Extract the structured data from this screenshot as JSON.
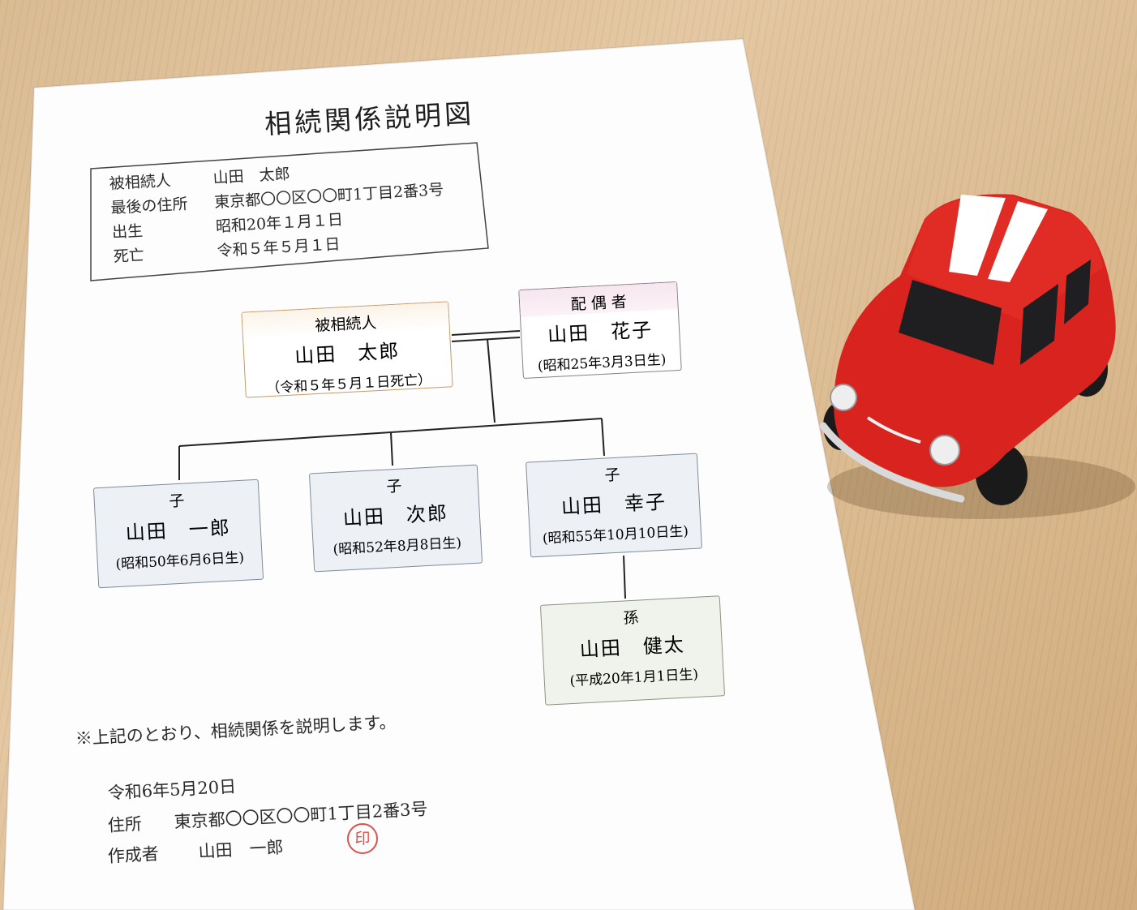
{
  "document": {
    "title": "相続関係説明図",
    "decedent_info": [
      {
        "label": "被相続人",
        "value": "山田　太郎"
      },
      {
        "label": "最後の住所",
        "value": "東京都〇〇区〇〇町1丁目2番3号"
      },
      {
        "label": "出生",
        "value": "昭和20年１月１日"
      },
      {
        "label": "死亡",
        "value": "令和５年５月１日"
      }
    ],
    "tree": {
      "decedent": {
        "role": "被相続人",
        "name": "山田　太郎",
        "date": "（令和５年５月１日死亡）"
      },
      "spouse": {
        "role": "配 偶 者",
        "name": "山田　花子",
        "date": "(昭和25年3月3日生)"
      },
      "children": [
        {
          "role": "子",
          "name": "山田　一郎",
          "date": "(昭和50年6月6日生)"
        },
        {
          "role": "子",
          "name": "山田　次郎",
          "date": "(昭和52年8月8日生)"
        },
        {
          "role": "子",
          "name": "山田　幸子",
          "date": "(昭和55年10月10日生)"
        }
      ],
      "grandchild": {
        "role": "孫",
        "name": "山田　健太",
        "date": "(平成20年1月1日生)"
      }
    },
    "statement": "※上記のとおり、相続関係を説明します。",
    "date": "令和6年5月20日",
    "address_label": "住所",
    "address_value": "東京都〇〇区〇〇町1丁目2番3号",
    "author_label": "作成者",
    "author_name": "山田　一郎",
    "seal_char": "印"
  },
  "colors": {
    "table": "#dcbd93",
    "paper": "#ffffff",
    "car_body": "#d8231f",
    "car_stripe": "#ffffff",
    "seal": "#d9534f"
  }
}
